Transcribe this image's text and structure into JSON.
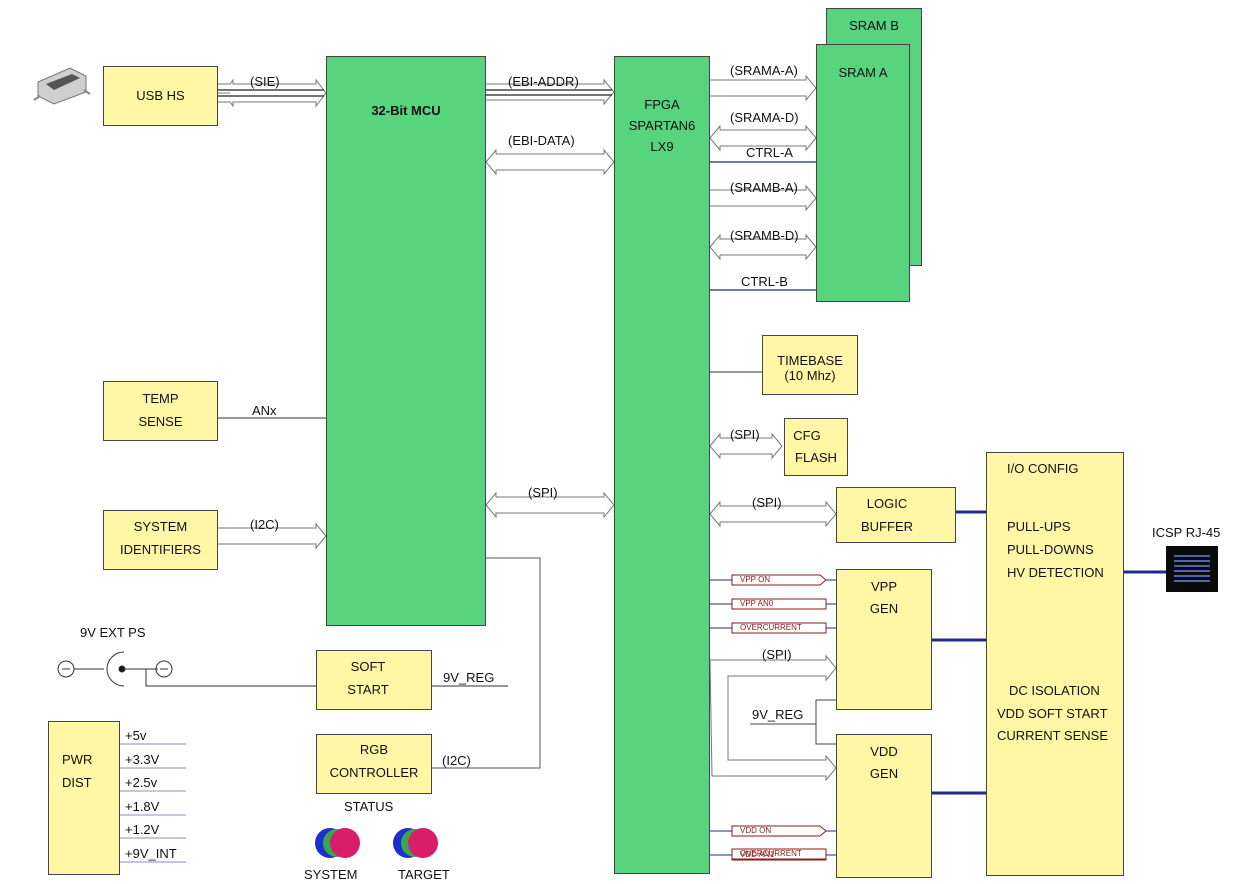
{
  "blocks": {
    "usb": "USB HS",
    "mcu": "32-Bit MCU",
    "fpga": [
      "FPGA",
      "SPARTAN6",
      "LX9"
    ],
    "sram_a": "SRAM A",
    "sram_b": "SRAM B",
    "timebase": [
      "TIMEBASE",
      "(10 Mhz)"
    ],
    "cfg_flash": [
      "CFG",
      "FLASH"
    ],
    "logic_buffer": [
      "LOGIC",
      "BUFFER"
    ],
    "io_config": "I/O CONFIG",
    "io_lines": [
      "PULL-UPS",
      "PULL-DOWNS",
      "HV DETECTION"
    ],
    "io_lines2": [
      "DC ISOLATION",
      "VDD SOFT START",
      "CURRENT SENSE"
    ],
    "vpp_gen": [
      "VPP",
      "GEN"
    ],
    "vdd_gen": [
      "VDD",
      "GEN"
    ],
    "temp": [
      "TEMP",
      "SENSE"
    ],
    "sysid": [
      "SYSTEM",
      "IDENTIFIERS"
    ],
    "soft_start": [
      "SOFT",
      "START"
    ],
    "rgb": [
      "RGB",
      "CONTROLLER"
    ],
    "pwr": [
      "PWR",
      "DIST"
    ]
  },
  "buses": {
    "sie": "(SIE)",
    "ebi_addr": "(EBI-ADDR)",
    "ebi_data": "(EBI-DATA)",
    "srama_a": "(SRAMA-A)",
    "srama_d": "(SRAMA-D)",
    "ctrl_a": "CTRL-A",
    "sramb_a": "(SRAMB-A)",
    "sramb_d": "(SRAMB-D)",
    "ctrl_b": "CTRL-B",
    "spi_cfg": "(SPI)",
    "spi_mcu": "(SPI)",
    "spi_logic": "(SPI)",
    "spi_vpp": "(SPI)",
    "anx": "ANx",
    "i2c_sys": "(I2C)",
    "i2c_rgb": "(I2C)",
    "vreg_soft": "9V_REG",
    "vreg_vdd": "9V_REG"
  },
  "signals": [
    "VPP ON",
    "VPP AN0",
    "OVERCURRENT",
    "VDD ON",
    "VDD AN1",
    "OVERCURRENT"
  ],
  "power_rails": [
    "+5v",
    "+3.3V",
    "+2.5v",
    "+1.8V",
    "+1.2V",
    "+9V_INT"
  ],
  "labels": {
    "ext_ps": "9V EXT PS",
    "icsp": "ICSP RJ-45",
    "status": "STATUS",
    "system": "SYSTEM",
    "target": "TARGET"
  },
  "colors": {
    "block_yellow": "#fff7a6",
    "block_green": "#58d47e",
    "ctrl_line": "#1f2a8a",
    "signal_text": "#8b1a1a",
    "led_blue": "#1c2fd0",
    "led_green": "#3aa84a",
    "led_pink": "#d81e6a"
  }
}
